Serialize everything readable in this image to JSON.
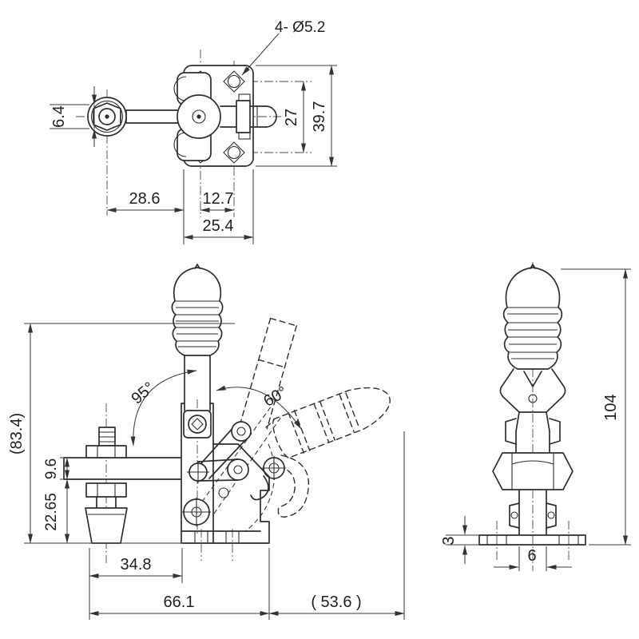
{
  "drawing": {
    "kind": "engineering-drawing",
    "subject": "vertical handle toggle clamp, three dimensioned views",
    "line_color": "#2e2e2e",
    "background": "#ffffff"
  },
  "labels": {
    "hole_callout": "4- Ø5.2",
    "top_view": {
      "hex_across": "6.4",
      "arm_offset": "28.6",
      "hole_col_offset": "12.7",
      "plate_width": "25.4",
      "hole_spacing": "27",
      "plate_height": "39.7"
    },
    "front_view": {
      "angle_left": "95°",
      "angle_right": "60°",
      "overall_height": "(83.4)",
      "bar_thickness": "9.6",
      "spindle_drop": "22.65",
      "foot_to_body": "34.8",
      "overall_width": "66.1",
      "open_reach": "( 53.6 )"
    },
    "side_view": {
      "total_height": "104",
      "base_thickness": "3",
      "slot_width": "6"
    }
  }
}
